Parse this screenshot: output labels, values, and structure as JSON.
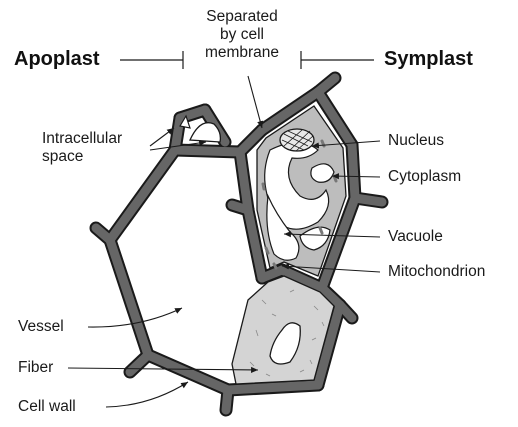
{
  "header": {
    "apoplast": "Apoplast",
    "symplast": "Symplast",
    "separator_lines": [
      "Separated",
      "by cell",
      "membrane"
    ]
  },
  "labels": {
    "intracellular_space": [
      "Intracellular",
      "space"
    ],
    "nucleus": "Nucleus",
    "cytoplasm": "Cytoplasm",
    "vacuole": "Vacuole",
    "mitochondrion": "Mitochondrion",
    "vessel": "Vessel",
    "fiber": "Fiber",
    "cell_wall": "Cell wall"
  },
  "colors": {
    "wall": "#555555",
    "outline": "#1a1a1a",
    "cytoplasm": "#bdbdbd",
    "fiber_fill": "#d4d4d4",
    "text": "#1a1a1a"
  }
}
